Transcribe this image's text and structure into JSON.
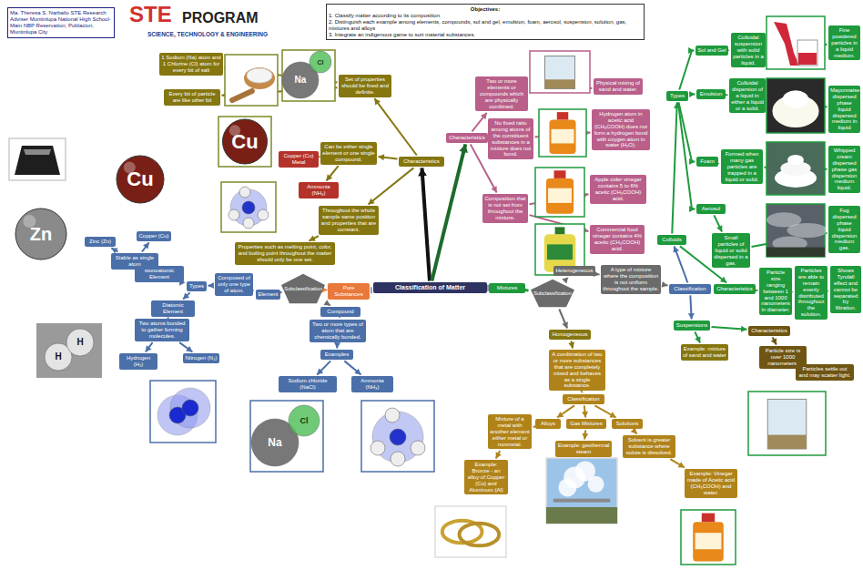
{
  "diagram": {
    "nodes": [
      {
        "text": [
          "Ma. Theresa S. Narbalio STE Research Adviser Muntinlupa National High School-Main NBP Reservation, Poblacion, Muntinlupa City"
        ]
      },
      {
        "text": [
          "Objectives:",
          "1. Classify matter according to its composition",
          "2. Distinguish each example among elements, compounds, sol and gel, emulsion, foam, aerosol, suspension, solution, gas, mixtures and alloys",
          "3. Integrate an indigenous game to sort material substances."
        ]
      },
      {
        "text": [
          "Classification of Matter"
        ]
      },
      {
        "text": [
          "Pure Substances"
        ]
      },
      {
        "text": [
          "Mixtures"
        ]
      },
      {
        "text": [
          "Subclassification"
        ]
      },
      {
        "text": [
          "Element"
        ]
      },
      {
        "text": [
          "Compound"
        ]
      },
      {
        "text": [
          "Composed of only one type of atom."
        ]
      },
      {
        "text": [
          "Types"
        ]
      },
      {
        "text": [
          "Monoatomic Element"
        ]
      },
      {
        "text": [
          "Diatomic Element"
        ]
      },
      {
        "text": [
          "Stable as single atom"
        ]
      },
      {
        "text": [
          "Zinc (Zn)"
        ]
      },
      {
        "text": [
          "Copper (Cu)"
        ]
      },
      {
        "text": [
          "Two atoms bonded to gather forming molecules."
        ]
      },
      {
        "text": [
          "Hydrogen (H₂)"
        ]
      },
      {
        "text": [
          "Nitrogen (N₂)"
        ]
      },
      {
        "text": [
          "Two or more types of atom that are chemically bonded."
        ]
      },
      {
        "text": [
          "Examples"
        ]
      },
      {
        "text": [
          "Sodium chloride (NaCl)"
        ]
      },
      {
        "text": [
          "Ammonia (NH₃)"
        ]
      },
      {
        "text": [
          "Characteristics"
        ]
      },
      {
        "text": [
          "Set of properties should be fixed and definite."
        ]
      },
      {
        "text": [
          "1 Sodium (Na) atom and 1 Chlorine (Cl) atom for every bit of salt"
        ]
      },
      {
        "text": [
          "Every bit of particle are like other bit"
        ]
      },
      {
        "text": [
          "Can be either single element or one single compound."
        ]
      },
      {
        "text": [
          "Copper (Cu) Metal"
        ]
      },
      {
        "text": [
          "Ammonia (NH₃)"
        ]
      },
      {
        "text": [
          "Throughout the whole sample same position and properties that are constant."
        ]
      },
      {
        "text": [
          "Properties such as melting point, color, and boiling point throughout the matter should only be one set."
        ]
      },
      {
        "text": [
          "Characteristics"
        ]
      },
      {
        "text": [
          "Two or more elements or compounds which are physically combined."
        ]
      },
      {
        "text": [
          "Physical mixing of sand and water."
        ]
      },
      {
        "text": [
          "No fixed ratio among atoms of the constituent substances in a mixture does not bond."
        ]
      },
      {
        "text": [
          "Hydrogen atom in acetic acid (CH₃COOH) does not form a hydrogen bond with oxygen atom in water (H₂O)."
        ]
      },
      {
        "text": [
          "Composition that is not set from throughout the mixture."
        ]
      },
      {
        "text": [
          "Apple cider vinegar contains 5 to 6% acetic (CH₃COOH) acid."
        ]
      },
      {
        "text": [
          "Commercial food vinegar contains 4% acetic (CH₃COOH) acid."
        ]
      },
      {
        "text": [
          "Subclassification"
        ]
      },
      {
        "text": [
          "Homogeneous"
        ]
      },
      {
        "text": [
          "Heterogeneous"
        ]
      },
      {
        "text": [
          "A type of mixture where the composition is not uniform throughout the sample."
        ]
      },
      {
        "text": [
          "A combination of two or more substances that are completely mixed and behaves as a single substance."
        ]
      },
      {
        "text": [
          "Classification"
        ]
      },
      {
        "text": [
          "Alloys"
        ]
      },
      {
        "text": [
          "Gas Mixtures"
        ]
      },
      {
        "text": [
          "Solutions"
        ]
      },
      {
        "text": [
          "Mixture of a metal with another element either metal or nonmetal."
        ]
      },
      {
        "text": [
          "Example: Bronze - an alloy of Copper (Cu) and Aluminum (Al)"
        ]
      },
      {
        "text": [
          "Example: geothermal steam"
        ]
      },
      {
        "text": [
          "Solvent is greater substance where solute is dissolved."
        ]
      },
      {
        "text": [
          "Example: Vinegar made of Acetic acid (CH₃COOH) and water."
        ]
      },
      {
        "text": [
          "Classification"
        ]
      },
      {
        "text": [
          "Colloids"
        ]
      },
      {
        "text": [
          "Suspensions"
        ]
      },
      {
        "text": [
          "Types"
        ]
      },
      {
        "text": [
          "Sol and Gel"
        ]
      },
      {
        "text": [
          "Emulsion"
        ]
      },
      {
        "text": [
          "Foam"
        ]
      },
      {
        "text": [
          "Aerosol"
        ]
      },
      {
        "text": [
          "Colloidal suspension with solid particles in a liquid."
        ]
      },
      {
        "text": [
          "Colloidal dispersion of a liquid in either a liquid or a solid."
        ]
      },
      {
        "text": [
          "Formed when many gas particles are trapped in a liquid or solid."
        ]
      },
      {
        "text": [
          "Small particles of liquid or solid dispersed in a gas."
        ]
      },
      {
        "text": [
          "Fine powdered particles in a liquid medium."
        ]
      },
      {
        "text": [
          "Mayonnaise dispersed phase liquid dispersed medium in liquid"
        ]
      },
      {
        "text": [
          "Whipped cream dispersed phase gas dispersion medium liquid."
        ]
      },
      {
        "text": [
          "Fog dispersed phase liquid dispersion medium gas."
        ]
      },
      {
        "text": [
          "Characteristics"
        ]
      },
      {
        "text": [
          "Particle size ranging between 1 and 1000 nanometers in diameter."
        ]
      },
      {
        "text": [
          "Particles are able to remain evenly distributed throughout the solution."
        ]
      },
      {
        "text": [
          "Shows Tyndall effect and cannot be separated by filtration."
        ]
      },
      {
        "text": [
          "Characteristics"
        ]
      },
      {
        "text": [
          "Particle size is over 1000 nanometers."
        ]
      },
      {
        "text": [
          "Particles settle out and may scatter light."
        ]
      },
      {
        "text": [
          "Example: mixture of sand and water"
        ]
      }
    ],
    "edges": [
      {
        "from": 2,
        "to": 3,
        "arrow": "none"
      },
      {
        "from": 2,
        "to": 4,
        "arrow": "none"
      },
      {
        "from": 3,
        "to": 5,
        "arrow": "to"
      },
      {
        "from": 5,
        "to": 6,
        "arrow": "to"
      },
      {
        "from": 5,
        "to": 7,
        "arrow": "to"
      },
      {
        "from": 6,
        "to": 8,
        "arrow": "to"
      },
      {
        "from": 8,
        "to": 9,
        "arrow": "to"
      },
      {
        "from": 9,
        "to": 10,
        "arrow": "to"
      },
      {
        "from": 9,
        "to": 11,
        "arrow": "to"
      },
      {
        "from": 10,
        "to": 12,
        "arrow": "to"
      },
      {
        "from": 12,
        "to": 13,
        "arrow": "to"
      },
      {
        "from": 12,
        "to": 14,
        "arrow": "to"
      },
      {
        "from": 11,
        "to": 15,
        "arrow": "to"
      },
      {
        "from": 15,
        "to": 16,
        "arrow": "to"
      },
      {
        "from": 15,
        "to": 17,
        "arrow": "to"
      },
      {
        "from": 7,
        "to": 18,
        "arrow": "to"
      },
      {
        "from": 18,
        "to": 19,
        "arrow": "to"
      },
      {
        "from": 19,
        "to": 20,
        "arrow": "to"
      },
      {
        "from": 19,
        "to": 21,
        "arrow": "to"
      },
      {
        "from": 2,
        "to": 22,
        "arrow": "to"
      },
      {
        "from": 22,
        "to": 23,
        "arrow": "to"
      },
      {
        "from": 23,
        "to": 24,
        "arrow": "to"
      },
      {
        "from": 23,
        "to": 25,
        "arrow": "to"
      },
      {
        "from": 22,
        "to": 26,
        "arrow": "to"
      },
      {
        "from": 26,
        "to": 27,
        "arrow": "to"
      },
      {
        "from": 26,
        "to": 28,
        "arrow": "to"
      },
      {
        "from": 22,
        "to": 29,
        "arrow": "to"
      },
      {
        "from": 29,
        "to": 30,
        "arrow": "to"
      },
      {
        "from": 2,
        "to": 31,
        "arrow": "to"
      },
      {
        "from": 31,
        "to": 32,
        "arrow": "to"
      },
      {
        "from": 32,
        "to": 33,
        "arrow": "to"
      },
      {
        "from": 31,
        "to": 34,
        "arrow": "to"
      },
      {
        "from": 34,
        "to": 35,
        "arrow": "to"
      },
      {
        "from": 31,
        "to": 36,
        "arrow": "to"
      },
      {
        "from": 36,
        "to": 37,
        "arrow": "to"
      },
      {
        "from": 36,
        "to": 38,
        "arrow": "to"
      },
      {
        "from": 4,
        "to": 39,
        "arrow": "to"
      },
      {
        "from": 39,
        "to": 41,
        "arrow": "to"
      },
      {
        "from": 39,
        "to": 40,
        "arrow": "to"
      },
      {
        "from": 41,
        "to": 42,
        "arrow": "to"
      },
      {
        "from": 42,
        "to": 53,
        "arrow": "to"
      },
      {
        "from": 40,
        "to": 43,
        "arrow": "to"
      },
      {
        "from": 43,
        "to": 44,
        "arrow": "to"
      },
      {
        "from": 44,
        "to": 45,
        "arrow": "to"
      },
      {
        "from": 44,
        "to": 46,
        "arrow": "to"
      },
      {
        "from": 44,
        "to": 47,
        "arrow": "to"
      },
      {
        "from": 45,
        "to": 48,
        "arrow": "to"
      },
      {
        "from": 48,
        "to": 49,
        "arrow": "to"
      },
      {
        "from": 46,
        "to": 50,
        "arrow": "to"
      },
      {
        "from": 47,
        "to": 51,
        "arrow": "to"
      },
      {
        "from": 51,
        "to": 52,
        "arrow": "to"
      },
      {
        "from": 53,
        "to": 54,
        "arrow": "to"
      },
      {
        "from": 53,
        "to": 55,
        "arrow": "to"
      },
      {
        "from": 54,
        "to": 56,
        "arrow": "to"
      },
      {
        "from": 56,
        "to": 57,
        "arrow": "to"
      },
      {
        "from": 56,
        "to": 58,
        "arrow": "to"
      },
      {
        "from": 56,
        "to": 59,
        "arrow": "to"
      },
      {
        "from": 56,
        "to": 60,
        "arrow": "to"
      },
      {
        "from": 57,
        "to": 61,
        "arrow": "to"
      },
      {
        "from": 61,
        "to": 65,
        "arrow": "to"
      },
      {
        "from": 58,
        "to": 62,
        "arrow": "to"
      },
      {
        "from": 62,
        "to": 66,
        "arrow": "to"
      },
      {
        "from": 59,
        "to": 63,
        "arrow": "to"
      },
      {
        "from": 63,
        "to": 67,
        "arrow": "to"
      },
      {
        "from": 60,
        "to": 64,
        "arrow": "to"
      },
      {
        "from": 64,
        "to": 68,
        "arrow": "to"
      },
      {
        "from": 54,
        "to": 69,
        "arrow": "to"
      },
      {
        "from": 69,
        "to": 70,
        "arrow": "to"
      },
      {
        "from": 70,
        "to": 71,
        "arrow": "to"
      },
      {
        "from": 71,
        "to": 72,
        "arrow": "to"
      },
      {
        "from": 55,
        "to": 73,
        "arrow": "to"
      },
      {
        "from": 73,
        "to": 74,
        "arrow": "to"
      },
      {
        "from": 74,
        "to": 75,
        "arrow": "to"
      },
      {
        "from": 55,
        "to": 76,
        "arrow": "to"
      }
    ],
    "labels": [
      "STE",
      "PROGRAM",
      "SCIENCE, TECHNOLOGY & ENGINEERING",
      "Cu",
      "Cu",
      "Zn",
      "Na",
      "Cl",
      "Na",
      "Cl",
      "H",
      "H"
    ]
  }
}
